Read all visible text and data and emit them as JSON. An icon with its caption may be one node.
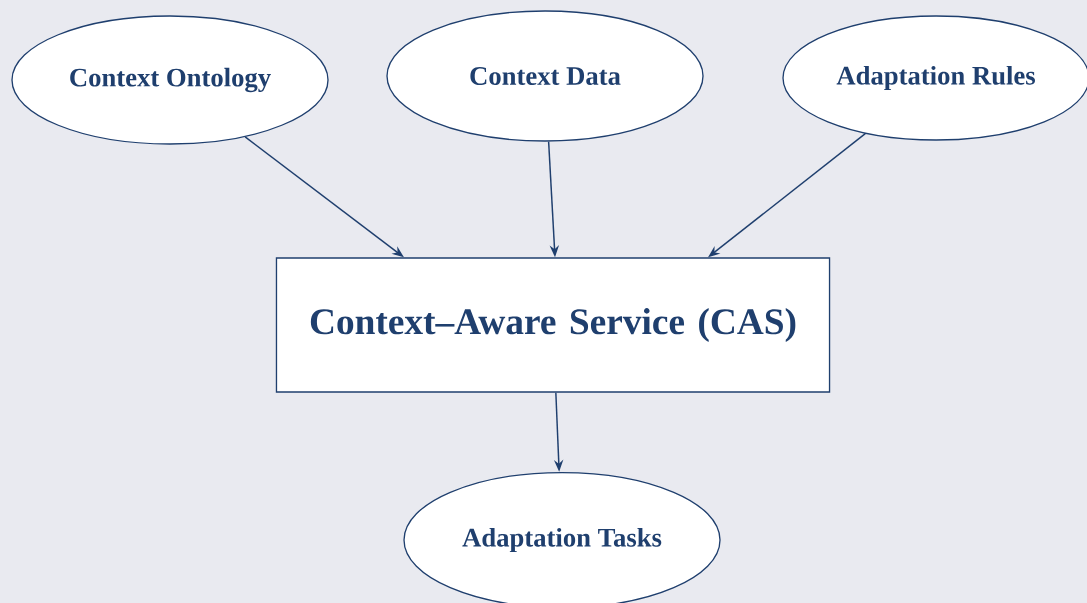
{
  "diagram": {
    "nodes": [
      {
        "text": [
          "Context Ontology"
        ]
      },
      {
        "text": [
          "Context Data"
        ]
      },
      {
        "text": [
          "Adaptation Rules"
        ]
      },
      {
        "text": [
          "Context–Aware Service (CAS)"
        ]
      },
      {
        "text": [
          "Adaptation Tasks"
        ]
      }
    ],
    "edges": [
      {
        "from": 0,
        "to": 3,
        "arrow": "to"
      },
      {
        "from": 1,
        "to": 3,
        "arrow": "to"
      },
      {
        "from": 2,
        "to": 3,
        "arrow": "to"
      },
      {
        "from": 3,
        "to": 4,
        "arrow": "to"
      }
    ]
  }
}
